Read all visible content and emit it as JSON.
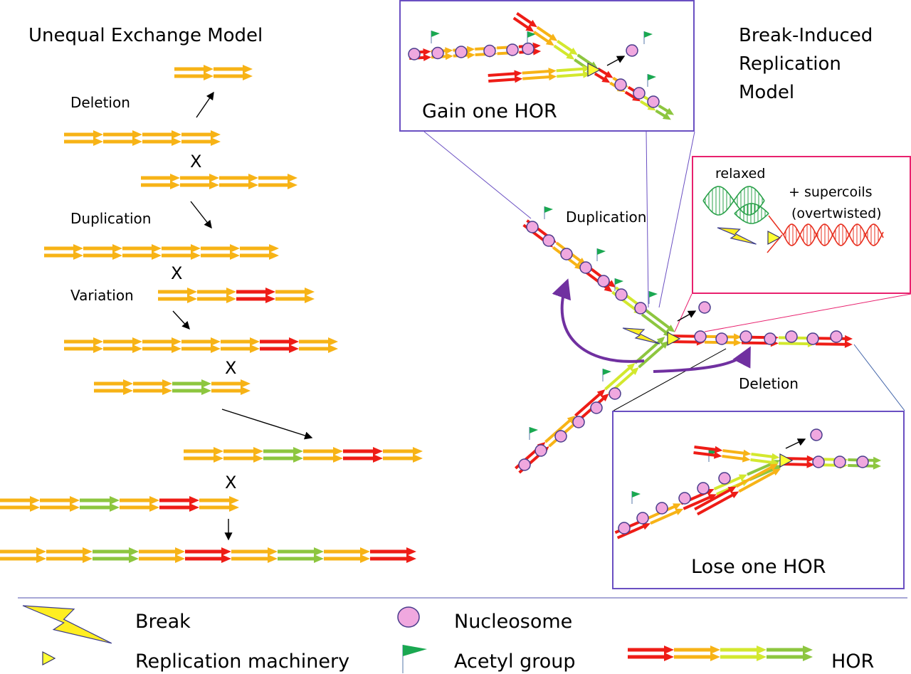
{
  "unequal": {
    "title": "Unequal Exchange Model",
    "labels": {
      "deletion": "Deletion",
      "duplication": "Duplication",
      "variation": "Variation"
    },
    "x_mark": "X"
  },
  "bir": {
    "title_lines": [
      "Break-Induced",
      "Replication",
      "Model"
    ],
    "duplication": "Duplication",
    "deletion": "Deletion",
    "gain_box": "Gain one HOR",
    "lose_box": "Lose one HOR",
    "supercoil": {
      "relaxed": "relaxed",
      "plus": "+ supercoils",
      "over": "(overtwisted)"
    }
  },
  "legend": {
    "break": "Break",
    "replication": "Replication machinery",
    "nucleosome": "Nucleosome",
    "acetyl": "Acetyl group",
    "hor": "HOR"
  },
  "colors": {
    "orange": "#f7b316",
    "red": "#ee1c16",
    "yellowgreen": "#d3e82e",
    "green": "#8dc63f",
    "nucleosome": "#f0a8df",
    "nucleosome_edge": "#4a3c8c",
    "flag": "#1aa851",
    "machinery": "#ffff33",
    "box_purple": "#6a4fc2",
    "box_pink": "#e8216e",
    "arrow_purple": "#7030a0",
    "lightning": "#ffee22",
    "lightning_edge": "#3a3a8a",
    "helix_green": "#2aa14a",
    "helix_red": "#e83020",
    "divider": "#8a8ac8"
  }
}
